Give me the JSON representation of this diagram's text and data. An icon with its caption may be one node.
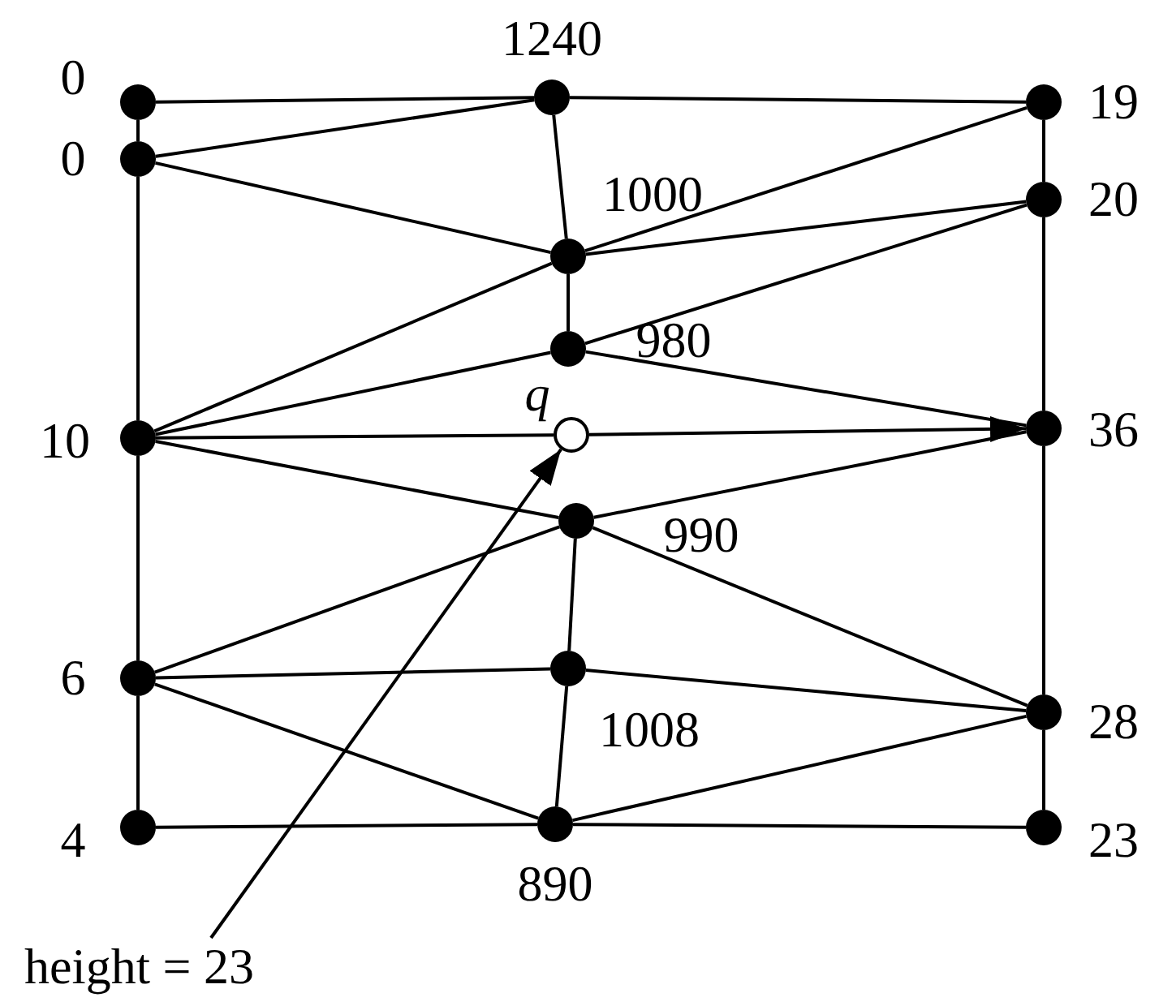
{
  "diagram": {
    "nodes": [
      {
        "text": [],
        "shape": "circle",
        "beside": [
          "0"
        ]
      },
      {
        "text": [],
        "shape": "circle",
        "beside": [
          "0"
        ]
      },
      {
        "text": [],
        "shape": "circle",
        "beside": [
          "1240"
        ]
      },
      {
        "text": [],
        "shape": "circle",
        "beside": [
          "19"
        ]
      },
      {
        "text": [],
        "shape": "circle",
        "beside": [
          "1000"
        ]
      },
      {
        "text": [],
        "shape": "circle",
        "beside": [
          "20"
        ]
      },
      {
        "text": [],
        "shape": "circle",
        "beside": [
          "980"
        ]
      },
      {
        "text": [],
        "shape": "circle",
        "beside": [
          "10"
        ]
      },
      {
        "text": [],
        "shape": "circle",
        "beside": [
          "q"
        ]
      },
      {
        "text": [],
        "shape": "circle",
        "beside": [
          "36"
        ]
      },
      {
        "text": [],
        "shape": "circle",
        "beside": [
          "990"
        ]
      },
      {
        "text": [],
        "shape": "circle",
        "beside": [
          "6"
        ]
      },
      {
        "text": [],
        "shape": "circle",
        "beside": [
          "1008"
        ]
      },
      {
        "text": [],
        "shape": "circle",
        "beside": [
          "28"
        ]
      },
      {
        "text": [],
        "shape": "circle",
        "beside": [
          "4"
        ]
      },
      {
        "text": [],
        "shape": "circle",
        "beside": [
          "890"
        ]
      },
      {
        "text": [],
        "shape": "circle",
        "beside": [
          "23"
        ]
      },
      {
        "text": [
          "height = 23"
        ]
      }
    ],
    "edges": [
      {
        "from": 0,
        "to": 2,
        "arrow": "none"
      },
      {
        "from": 2,
        "to": 3,
        "arrow": "none"
      },
      {
        "from": 0,
        "to": 1,
        "arrow": "none"
      },
      {
        "from": 1,
        "to": 7,
        "arrow": "none"
      },
      {
        "from": 7,
        "to": 11,
        "arrow": "none"
      },
      {
        "from": 11,
        "to": 14,
        "arrow": "none"
      },
      {
        "from": 3,
        "to": 5,
        "arrow": "none"
      },
      {
        "from": 5,
        "to": 9,
        "arrow": "none"
      },
      {
        "from": 9,
        "to": 13,
        "arrow": "none"
      },
      {
        "from": 13,
        "to": 16,
        "arrow": "none"
      },
      {
        "from": 14,
        "to": 15,
        "arrow": "none"
      },
      {
        "from": 15,
        "to": 16,
        "arrow": "none"
      },
      {
        "from": 1,
        "to": 2,
        "arrow": "none"
      },
      {
        "from": 1,
        "to": 4,
        "arrow": "none"
      },
      {
        "from": 2,
        "to": 4,
        "arrow": "none"
      },
      {
        "from": 4,
        "to": 3,
        "arrow": "none"
      },
      {
        "from": 4,
        "to": 5,
        "arrow": "none"
      },
      {
        "from": 7,
        "to": 4,
        "arrow": "none"
      },
      {
        "from": 4,
        "to": 6,
        "arrow": "none"
      },
      {
        "from": 6,
        "to": 5,
        "arrow": "none"
      },
      {
        "from": 7,
        "to": 6,
        "arrow": "none"
      },
      {
        "from": 6,
        "to": 9,
        "arrow": "none"
      },
      {
        "from": 7,
        "to": 8,
        "arrow": "none"
      },
      {
        "from": 8,
        "to": 9,
        "arrow": "to"
      },
      {
        "from": 7,
        "to": 10,
        "arrow": "none"
      },
      {
        "from": 10,
        "to": 9,
        "arrow": "none"
      },
      {
        "from": 11,
        "to": 10,
        "arrow": "none"
      },
      {
        "from": 10,
        "to": 12,
        "arrow": "none"
      },
      {
        "from": 10,
        "to": 13,
        "arrow": "none"
      },
      {
        "from": 11,
        "to": 12,
        "arrow": "none"
      },
      {
        "from": 11,
        "to": 15,
        "arrow": "none"
      },
      {
        "from": 12,
        "to": 13,
        "arrow": "none"
      },
      {
        "from": 12,
        "to": 15,
        "arrow": "none"
      },
      {
        "from": 15,
        "to": 13,
        "arrow": "none"
      },
      {
        "from": 17,
        "to": 8,
        "arrow": "to"
      }
    ]
  }
}
